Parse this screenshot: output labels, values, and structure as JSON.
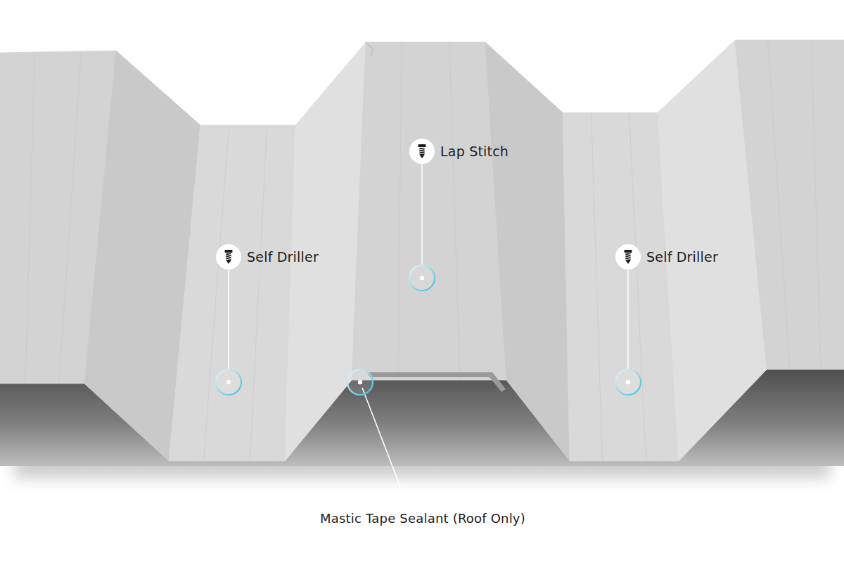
{
  "diagram": {
    "labels": [
      "Lap Stitch",
      "Self Driller",
      "Self Driller",
      "Mastic Tape Sealant (Roof Only)"
    ]
  }
}
